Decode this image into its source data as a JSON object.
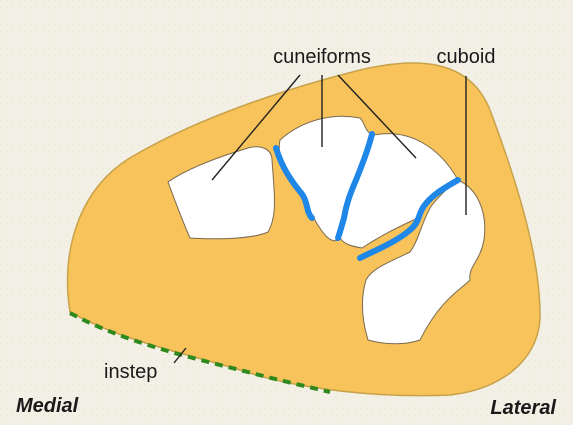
{
  "labels": {
    "cuneiforms": "cuneiforms",
    "cuboid": "cuboid",
    "instep": "instep",
    "medial": "Medial",
    "lateral": "Lateral"
  },
  "colors": {
    "background": "#f3f0e6",
    "tissue_fill": "#f7c35a",
    "tissue_outline": "#c8a24a",
    "bone_fill": "#ffffff",
    "bone_outline": "#7a6a50",
    "joint": "#1f87e8",
    "instep_line": "#2f8a1e",
    "leader_line": "#222222"
  }
}
